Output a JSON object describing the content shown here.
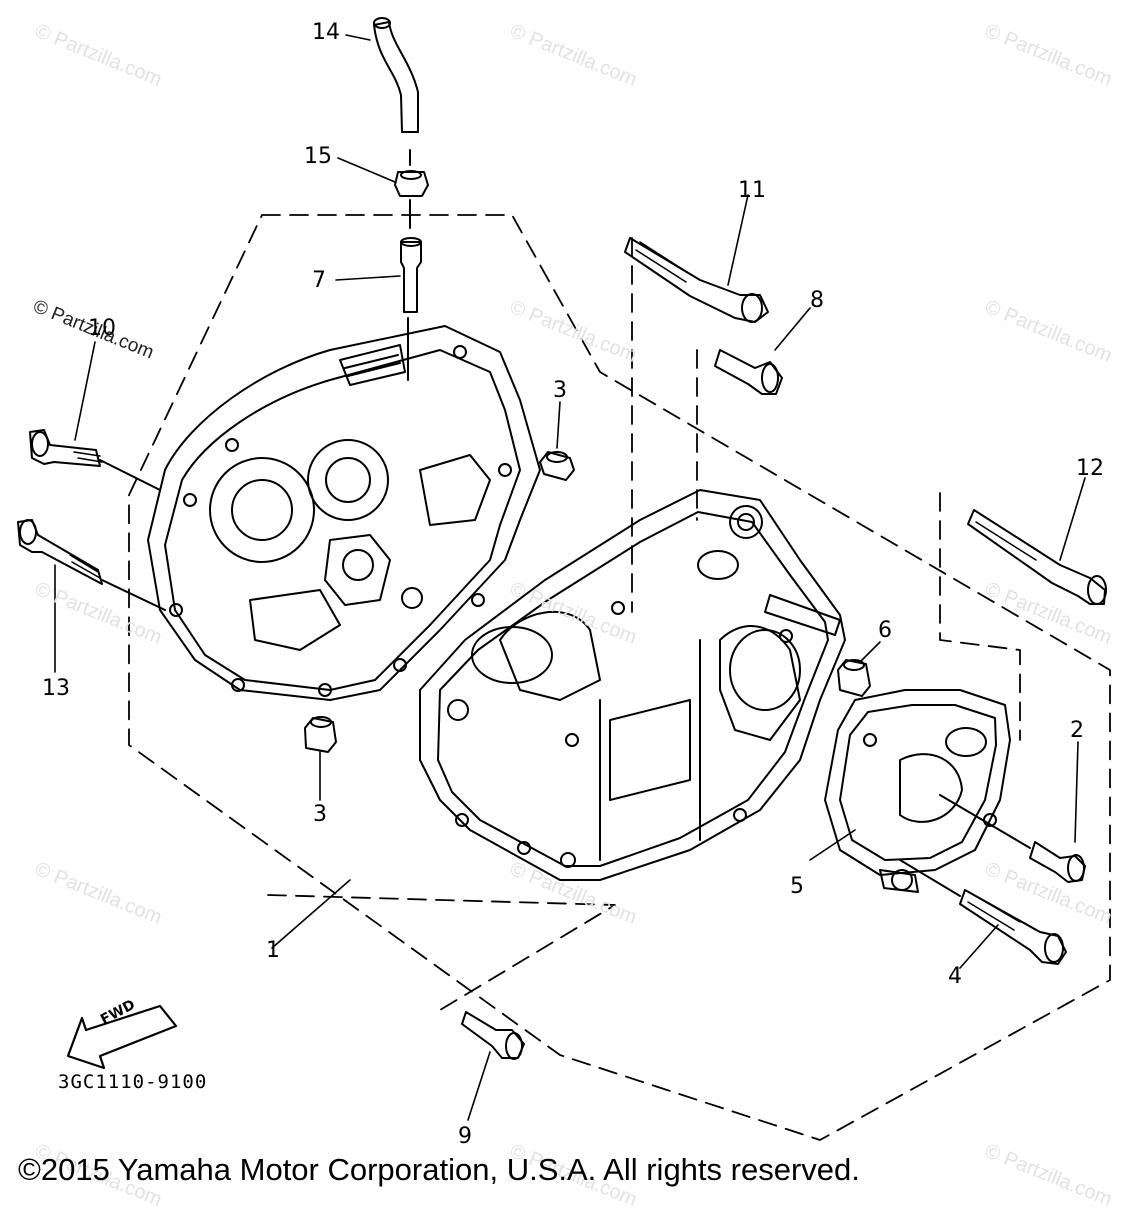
{
  "watermark": {
    "text": "© Partzilla.com"
  },
  "callouts": [
    {
      "id": "part-14",
      "text": "14"
    },
    {
      "id": "part-15",
      "text": "15"
    },
    {
      "id": "part-7",
      "text": "7"
    },
    {
      "id": "part-11",
      "text": "11"
    },
    {
      "id": "part-8",
      "text": "8"
    },
    {
      "id": "part-10",
      "text": "10"
    },
    {
      "id": "part-3-upper",
      "text": "3"
    },
    {
      "id": "part-12",
      "text": "12"
    },
    {
      "id": "part-13",
      "text": "13"
    },
    {
      "id": "part-6",
      "text": "6"
    },
    {
      "id": "part-2",
      "text": "2"
    },
    {
      "id": "part-3-lower",
      "text": "3"
    },
    {
      "id": "part-5",
      "text": "5"
    },
    {
      "id": "part-1",
      "text": "1"
    },
    {
      "id": "part-4",
      "text": "4"
    },
    {
      "id": "part-9",
      "text": "9"
    }
  ],
  "fwd_arrow": {
    "label": "FWD"
  },
  "part_code": "3GC1110-9100",
  "copyright": "©2015 Yamaha Motor Corporation, U.S.A. All rights reserved."
}
